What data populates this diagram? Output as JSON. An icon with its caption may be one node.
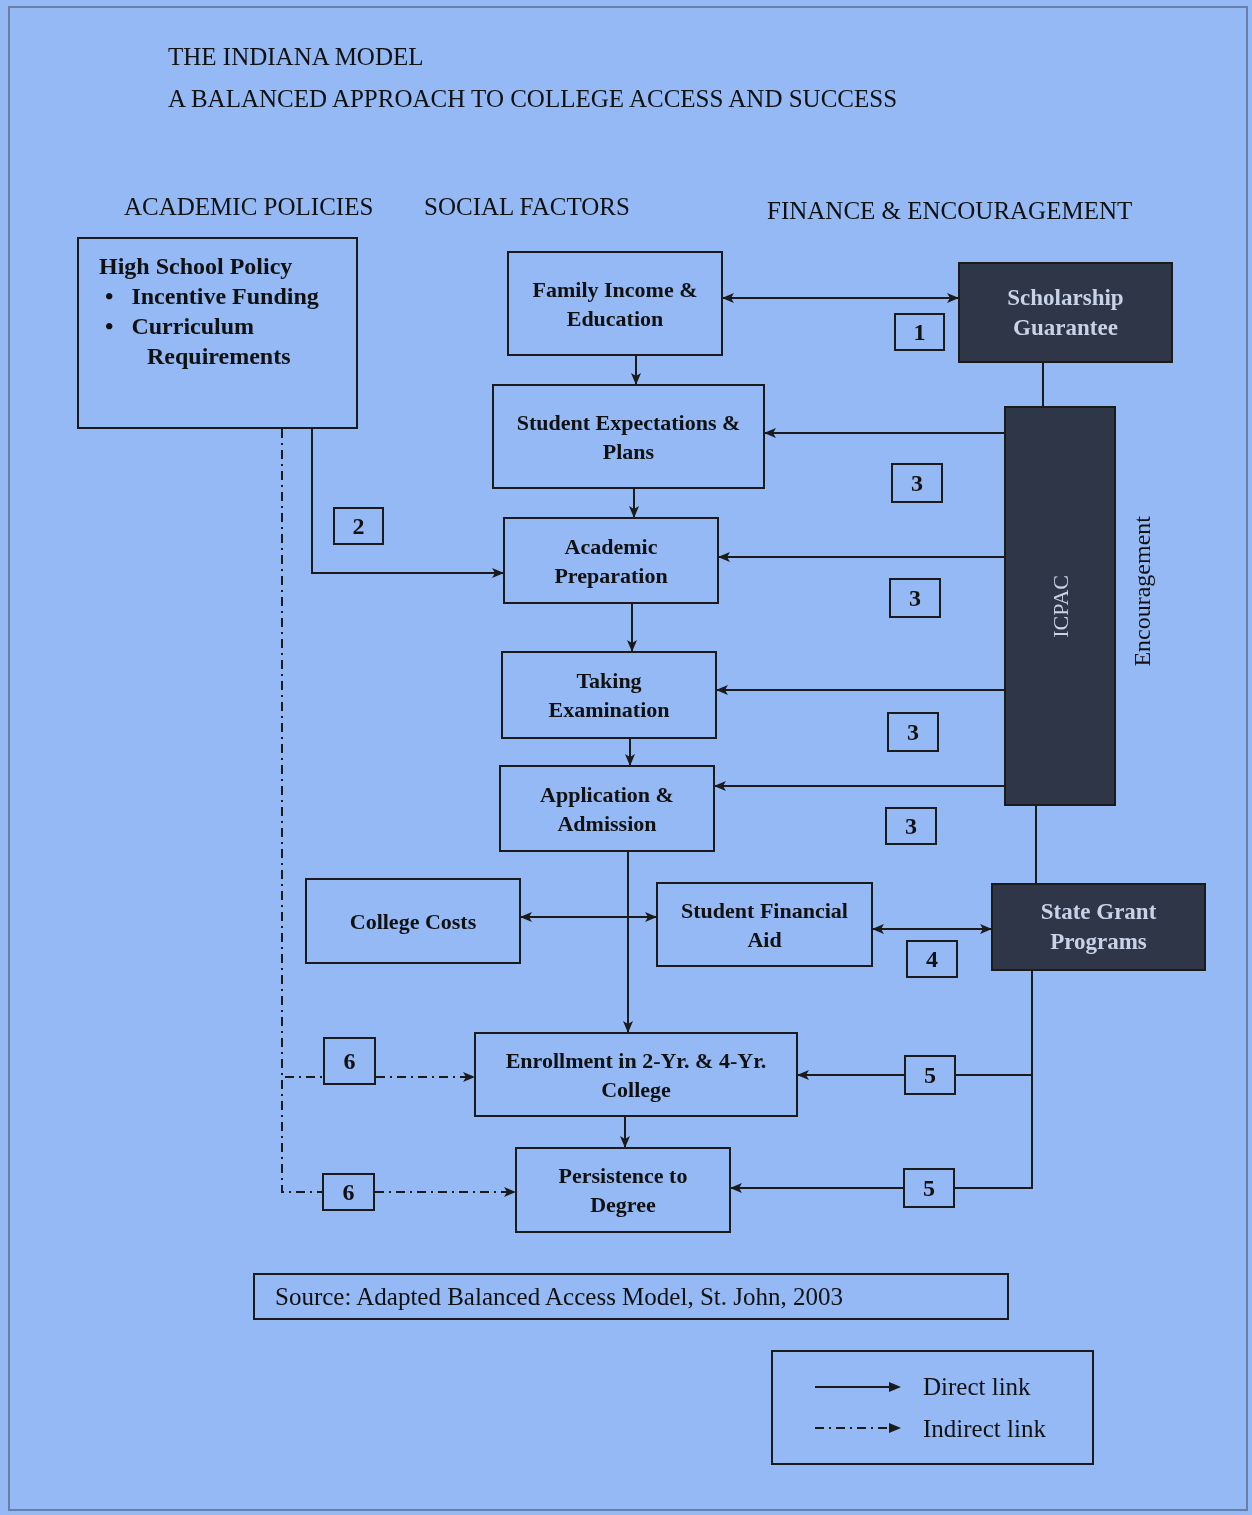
{
  "diagram": {
    "title": "THE INDIANA MODEL",
    "nodes": [
      {
        "text": [
          "High School Policy",
          "•   Incentive Funding",
          "•   Curriculum Requirements"
        ]
      },
      {
        "text": [
          "Family Income & Education"
        ]
      },
      {
        "text": [
          "Scholarship Guarantee"
        ]
      },
      {
        "text": [
          "1"
        ]
      },
      {
        "text": [
          "Student Expectations & Plans"
        ]
      },
      {
        "text": [
          "ICPAC"
        ],
        "beside": [
          "Encouragement"
        ]
      },
      {
        "text": [
          "3"
        ]
      },
      {
        "text": [
          "2"
        ]
      },
      {
        "text": [
          "Academic Preparation"
        ]
      },
      {
        "text": [
          "3"
        ]
      },
      {
        "text": [
          "Taking Examination"
        ]
      },
      {
        "text": [
          "3"
        ]
      },
      {
        "text": [
          "Application & Admission"
        ]
      },
      {
        "text": [
          "3"
        ]
      },
      {
        "text": [
          "College Costs"
        ]
      },
      {
        "text": [
          "Student Financial Aid"
        ]
      },
      {
        "text": [
          "State Grant Programs"
        ]
      },
      {
        "text": [
          "4"
        ]
      },
      {
        "text": [
          "6"
        ]
      },
      {
        "text": [
          "Enrollment in 2-Yr. & 4-Yr. College"
        ]
      },
      {
        "text": [
          "5"
        ]
      },
      {
        "text": [
          "6"
        ]
      },
      {
        "text": [
          "Persistence to Degree"
        ]
      },
      {
        "text": [
          "5"
        ]
      },
      {
        "text": [
          "Source: Adapted Balanced Access Model, St. John, 2003"
        ]
      }
    ],
    "edges": [
      {
        "from": 1,
        "to": 2,
        "arrow": "both"
      },
      {
        "from": 1,
        "to": 4,
        "arrow": "to"
      },
      {
        "from": 4,
        "to": 8,
        "arrow": "to"
      },
      {
        "from": 0,
        "to": 8,
        "arrow": "to"
      },
      {
        "from": 8,
        "to": 10,
        "arrow": "to"
      },
      {
        "from": 10,
        "to": 12,
        "arrow": "to"
      },
      {
        "from": 2,
        "to": 5,
        "arrow": "none"
      },
      {
        "from": 5,
        "to": 4,
        "arrow": "to"
      },
      {
        "from": 5,
        "to": 8,
        "arrow": "to"
      },
      {
        "from": 5,
        "to": 10,
        "arrow": "to"
      },
      {
        "from": 5,
        "to": 12,
        "arrow": "to"
      },
      {
        "from": 5,
        "to": 16,
        "arrow": "none"
      },
      {
        "from": 12,
        "to": 19,
        "arrow": "to"
      },
      {
        "from": 14,
        "to": 15,
        "arrow": "both"
      },
      {
        "from": 15,
        "to": 16,
        "arrow": "both"
      },
      {
        "from": 16,
        "to": 20,
        "arrow": "none"
      },
      {
        "from": 20,
        "to": 19,
        "arrow": "to"
      },
      {
        "from": 16,
        "to": 23,
        "arrow": "none"
      },
      {
        "from": 23,
        "to": 22,
        "arrow": "to"
      },
      {
        "from": 0,
        "to": 18,
        "arrow": "none",
        "style": "dashed"
      },
      {
        "from": 18,
        "to": 19,
        "arrow": "to",
        "style": "dashed"
      },
      {
        "from": 0,
        "to": 21,
        "arrow": "none",
        "style": "dashed"
      },
      {
        "from": 21,
        "to": 22,
        "arrow": "to",
        "style": "dashed"
      },
      {
        "from": 19,
        "to": 22,
        "arrow": "to"
      }
    ],
    "labels": [
      "A BALANCED APPROACH TO COLLEGE ACCESS AND SUCCESS",
      "ACADEMIC POLICIES",
      "SOCIAL FACTORS",
      "FINANCE & ENCOURAGEMENT"
    ],
    "legend": [
      {
        "text": "Direct link"
      },
      {
        "text": "Indirect link"
      }
    ]
  }
}
